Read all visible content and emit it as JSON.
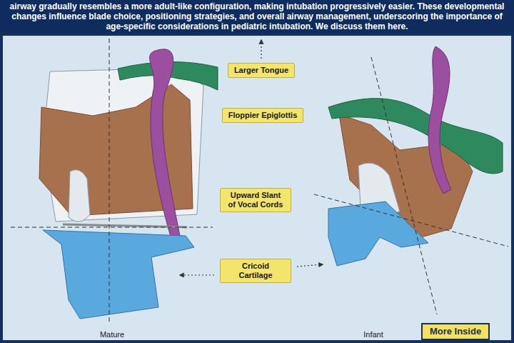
{
  "diagram": {
    "caption": "airway gradually resembles a more adult-like configuration, making intubation progressively easier. These developmental changes influence blade choice, positioning strategies, and overall airway management, underscoring the importance of age-specific considerations in pediatric intubation. We discuss them here.",
    "nodes": [
      {
        "text": [
          "Larger Tongue"
        ]
      },
      {
        "text": [
          "Floppier Epiglottis"
        ]
      },
      {
        "text": [
          "Upward Slant of Vocal Cords"
        ]
      },
      {
        "text": [
          "Cricoid Cartilage"
        ]
      },
      {
        "text": [
          "More Inside"
        ]
      }
    ],
    "labels": [
      "Mature",
      "Infant"
    ]
  }
}
